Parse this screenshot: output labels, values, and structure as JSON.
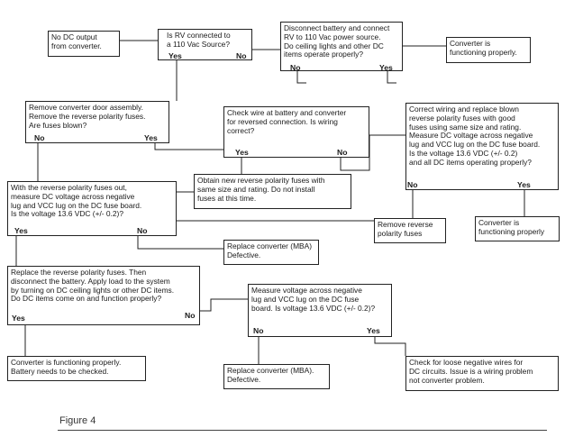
{
  "diagram": {
    "boxes": {
      "no_dc_output": "No DC output\nfrom converter.",
      "rv_connected": "Is RV connected to\na 110 Vac Source?",
      "disconnect_battery": "Disconnect battery and connect\nRV to 110 Vac power source.\nDo ceiling lights and other DC\nitems operate properly?",
      "converter_ok_1": "Converter is\nfunctioning properly.",
      "remove_door": "Remove converter door assembly.\nRemove the reverse polarity fuses.\nAre fuses blown?",
      "check_wire": "Check wire at battery and converter\nfor reversed connection. Is wiring\ncorrect?",
      "correct_wiring": "Correct wiring and replace blown\nreverse polarity fuses with good\nfuses using same size and rating.\nMeasure DC voltage across negative\nlug and VCC lug on the DC fuse board.\nIs the voltage 13.6 VDC (+/- 0.2)\nand all DC items operating properly?",
      "obtain_fuses": "Obtain new reverse polarity fuses with\nsame size and rating. Do not install\nfuses at this time.",
      "fuses_out_measure": "With the reverse polarity fuses out,\nmeasure DC voltage across negative\nlug and VCC lug on the DC fuse board.\nIs the voltage 13.6 VDC (+/- 0.2)?",
      "remove_reverse_fuses": "Remove reverse\npolarity fuses",
      "converter_ok_2": "Converter is\nfunctioning properly",
      "replace_converter_1": "Replace converter (MBA)\nDefective.",
      "replace_fuses": "Replace the reverse polarity fuses. Then\ndisconnect the battery. Apply load to the system\nby turning on DC ceiling lights or other DC items.\nDo DC items come on and function properly?",
      "measure_voltage": "Measure voltage across negative\nlug and VCC lug on the DC fuse\nboard. Is voltage 13.6 VDC (+/- 0.2)?",
      "battery_check": "Converter is functioning properly.\nBattery needs to be checked.",
      "replace_converter_2": "Replace converter (MBA).\nDefective.",
      "loose_wires": "Check for loose negative wires for\nDC circuits. Issue is a wiring problem\nnot converter problem."
    },
    "labels": {
      "yes": "Yes",
      "no": "No"
    }
  },
  "caption": "Figure 4"
}
